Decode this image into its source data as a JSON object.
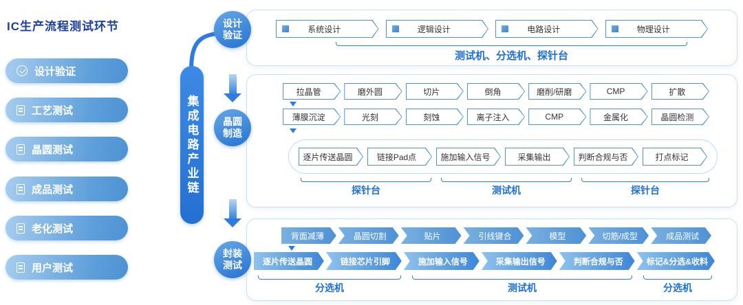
{
  "sidebar": {
    "title": "IC生产流程测试环节",
    "items": [
      {
        "label": "设计验证",
        "icon": "check-circle-icon"
      },
      {
        "label": "工艺测试",
        "icon": "clipboard-icon"
      },
      {
        "label": "晶圆测试",
        "icon": "clipboard-icon"
      },
      {
        "label": "成品测试",
        "icon": "clipboard-icon"
      },
      {
        "label": "老化测试",
        "icon": "clipboard-icon"
      },
      {
        "label": "用户测试",
        "icon": "clipboard-icon"
      }
    ]
  },
  "spine": {
    "label": "集成电路产业链"
  },
  "stages": [
    {
      "label": "设计验证"
    },
    {
      "label": "晶圆制造"
    },
    {
      "label": "封装测试"
    }
  ],
  "design_panel": {
    "steps": [
      "系统设计",
      "逻辑设计",
      "电路设计",
      "物理设计"
    ],
    "equipment_label": "测试机、分选机、探针台"
  },
  "wafer_panel": {
    "row1": [
      "拉晶管",
      "磨外圆",
      "切片",
      "倒角",
      "磨削/研磨",
      "CMP",
      "扩散"
    ],
    "row2": [
      "薄膜沉淀",
      "光刻",
      "刻蚀",
      "离子注入",
      "CMP",
      "金属化",
      "晶圆检测"
    ],
    "test_row": [
      "逐片传送晶圆",
      "链接Pad点",
      "施加输入信号",
      "采集输出",
      "判断合规与否",
      "打点标记"
    ],
    "equipment": [
      "探针台",
      "测试机",
      "探针台"
    ]
  },
  "package_panel": {
    "row1": [
      "背面减薄",
      "晶圆切割",
      "贴片",
      "引线键合",
      "模型",
      "切筋/成型",
      "成品测试"
    ],
    "row2": [
      "逐片传送晶圆",
      "链接芯片引脚",
      "施加输入信号",
      "采集输出信号",
      "判断合规与否",
      "标记&分选&收料"
    ],
    "equipment": [
      "分选机",
      "测试机",
      "分选机"
    ]
  },
  "colors": {
    "accent": "#2f7ce0",
    "title_text": "#1c3f9e",
    "panel_border": "#c6e0f7",
    "equipment_label": "#1f6fd4"
  }
}
